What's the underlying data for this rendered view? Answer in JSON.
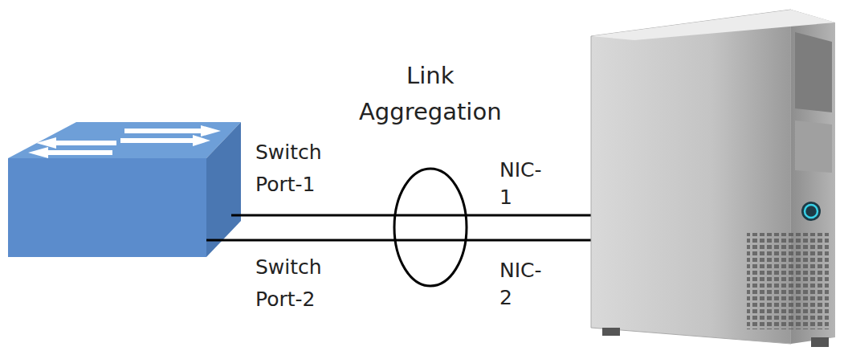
{
  "diagram": {
    "labels": [
      "Link Aggregation",
      "Switch Port-1",
      "Switch Port-2",
      "NIC-1",
      "NIC-2"
    ]
  }
}
